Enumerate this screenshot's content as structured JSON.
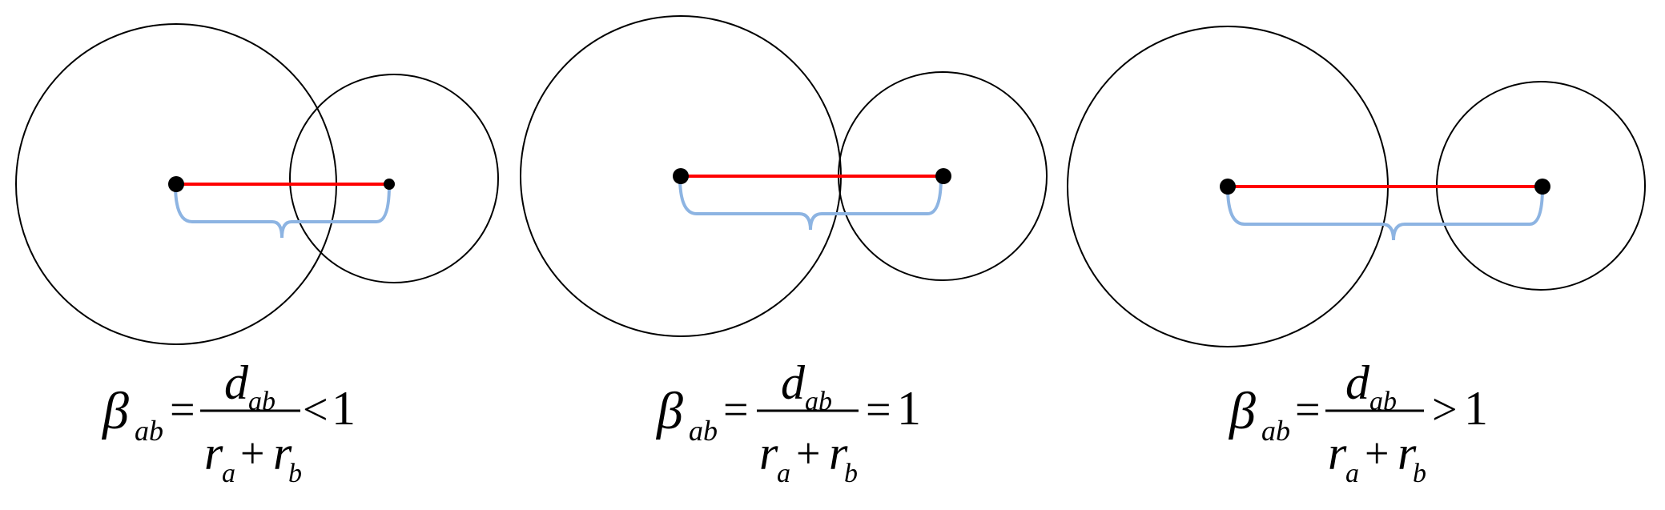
{
  "colors": {
    "circle_stroke": "#000000",
    "distance_line": "#ff0000",
    "brace": "#8db4e2",
    "center_dot": "#000000"
  },
  "formula": {
    "beta": "β",
    "beta_sub": "ab",
    "equals": "=",
    "numerator_d": "d",
    "numerator_sub": "ab",
    "r": "r",
    "r_a_sub": "a",
    "plus": "+",
    "r_b_sub": "b"
  },
  "panels": [
    {
      "id": "overlapping",
      "relation": "<",
      "value": "1"
    },
    {
      "id": "tangent",
      "relation": "=",
      "value": "1"
    },
    {
      "id": "separated",
      "relation": ">",
      "value": "1"
    }
  ]
}
